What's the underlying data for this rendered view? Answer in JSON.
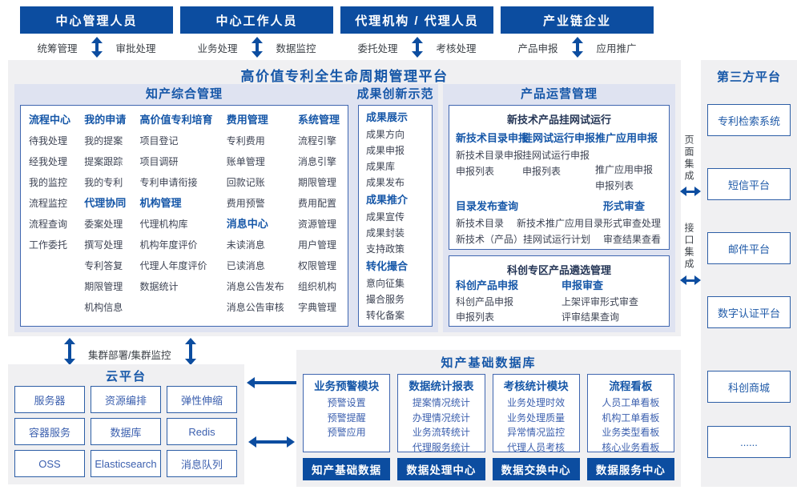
{
  "colors": {
    "banner_blue": "#0c4da0",
    "heading_blue": "#1657a8",
    "panel_lavender": "#dfe3f1",
    "panel_gray": "#f0f0f2",
    "box_border": "#3f66b0",
    "item_dark": "#3e4454",
    "item_blue": "#3b5fae",
    "arrow_blue": "#0c4da0",
    "dark_title": "#253656"
  },
  "roles": [
    {
      "title": "中心管理人员",
      "left": "统筹管理",
      "right": "审批处理"
    },
    {
      "title": "中心工作人员",
      "left": "业务处理",
      "right": "数据监控"
    },
    {
      "title": "代理机构 / 代理人员",
      "left": "委托处理",
      "right": "考核处理"
    },
    {
      "title": "产业链企业",
      "left": "产品申报",
      "right": "应用推广"
    }
  ],
  "platform_title": "高价值专利全生命周期管理平台",
  "ip_mgmt": {
    "title": "知产综合管理",
    "columns": [
      {
        "groups": [
          {
            "title": "流程中心",
            "items": [
              "待我处理",
              "经我处理",
              "我的监控",
              "流程监控",
              "流程查询",
              "工作委托"
            ]
          }
        ]
      },
      {
        "groups": [
          {
            "title": "我的申请",
            "items": [
              "我的提案",
              "提案跟踪",
              "我的专利"
            ]
          },
          {
            "title": "代理协同",
            "items": [
              "委案处理",
              "撰写处理",
              "专利答复",
              "期限管理",
              "机构信息"
            ]
          }
        ]
      },
      {
        "groups": [
          {
            "title": "高价值专利培育",
            "items": [
              "项目登记",
              "项目调研",
              "专利申请衔接"
            ]
          },
          {
            "title": "机构管理",
            "items": [
              "代理机构库",
              "机构年度评价",
              "代理人年度评价",
              "数据统计"
            ]
          }
        ]
      },
      {
        "groups": [
          {
            "title": "费用管理",
            "items": [
              "专利费用",
              "账单管理",
              "回款记账",
              "费用预警"
            ]
          },
          {
            "title": "消息中心",
            "items": [
              "未读消息",
              "已读消息",
              "消息公告发布",
              "消息公告审核"
            ]
          }
        ]
      },
      {
        "groups": [
          {
            "title": "系统管理",
            "items": [
              "流程引擎",
              "消息引擎",
              "期限管理",
              "费用配置",
              "资源管理",
              "用户管理",
              "权限管理",
              "组织机构",
              "字典管理"
            ]
          }
        ]
      }
    ]
  },
  "achievement": {
    "title": "成果创新示范",
    "groups": [
      {
        "title": "成果展示",
        "items": [
          "成果方向",
          "成果申报",
          "成果库",
          "成果发布"
        ]
      },
      {
        "title": "成果推介",
        "items": [
          "成果宣传",
          "成果封装",
          "支持政策"
        ]
      },
      {
        "title": "转化撮合",
        "items": [
          "意向征集",
          "撮合服务",
          "转化备案"
        ]
      }
    ]
  },
  "product_ops": {
    "title": "产品运营管理",
    "trial_box": {
      "title": "新技术产品挂网试运行",
      "columns": [
        {
          "title": "新技术目录申报",
          "items": [
            "新技术目录申报",
            "申报列表"
          ]
        },
        {
          "title": "挂网试运行申报",
          "items": [
            "挂网试运行申报",
            "申报列表"
          ]
        },
        {
          "title": "推广应用申报",
          "items": [
            "推广应用申报",
            "申报列表"
          ]
        }
      ],
      "catalog": {
        "title": "目录发布查询",
        "line1a": "新技术目录",
        "line1b": "新技术推广应用目录",
        "line2": "新技术（产品）挂网试运行计划"
      },
      "review": {
        "title": "形式审查",
        "items": [
          "形式审查处理",
          "审查结果查看"
        ]
      }
    },
    "selection_box": {
      "title": "科创专区产品遴选管理",
      "columns": [
        {
          "title": "科创产品申报",
          "items": [
            "科创产品申报",
            "申报列表"
          ]
        },
        {
          "title": "申报审查",
          "items": [
            "上架评审形式审查",
            "评审结果查询"
          ]
        }
      ]
    }
  },
  "third_party": {
    "title": "第三方平台",
    "items": [
      "专利检索系统",
      "短信平台",
      "邮件平台",
      "数字认证平台",
      "科创商城",
      "......"
    ],
    "page_integration": "页面集成",
    "api_integration": "接口集成"
  },
  "cluster_label": "集群部署/集群监控",
  "cloud": {
    "title": "云平台",
    "items": [
      "服务器",
      "资源编排",
      "弹性伸缩",
      "容器服务",
      "数据库",
      "Redis",
      "OSS",
      "Elasticsearch",
      "消息队列"
    ]
  },
  "database": {
    "title": "知产基础数据库",
    "modules": [
      {
        "title": "业务预警模块",
        "items": [
          "预警设置",
          "预警提醒",
          "预警应用"
        ]
      },
      {
        "title": "数据统计报表",
        "items": [
          "提案情况统计",
          "办理情况统计",
          "业务流转统计",
          "代理服务统计"
        ]
      },
      {
        "title": "考核统计模块",
        "items": [
          "业务处理时效",
          "业务处理质量",
          "异常情况监控",
          "代理人员考核"
        ]
      },
      {
        "title": "流程看板",
        "items": [
          "人员工单看板",
          "机构工单看板",
          "业务类型看板",
          "核心业务看板"
        ]
      }
    ],
    "footer": [
      "知产基础数据",
      "数据处理中心",
      "数据交换中心",
      "数据服务中心"
    ]
  }
}
